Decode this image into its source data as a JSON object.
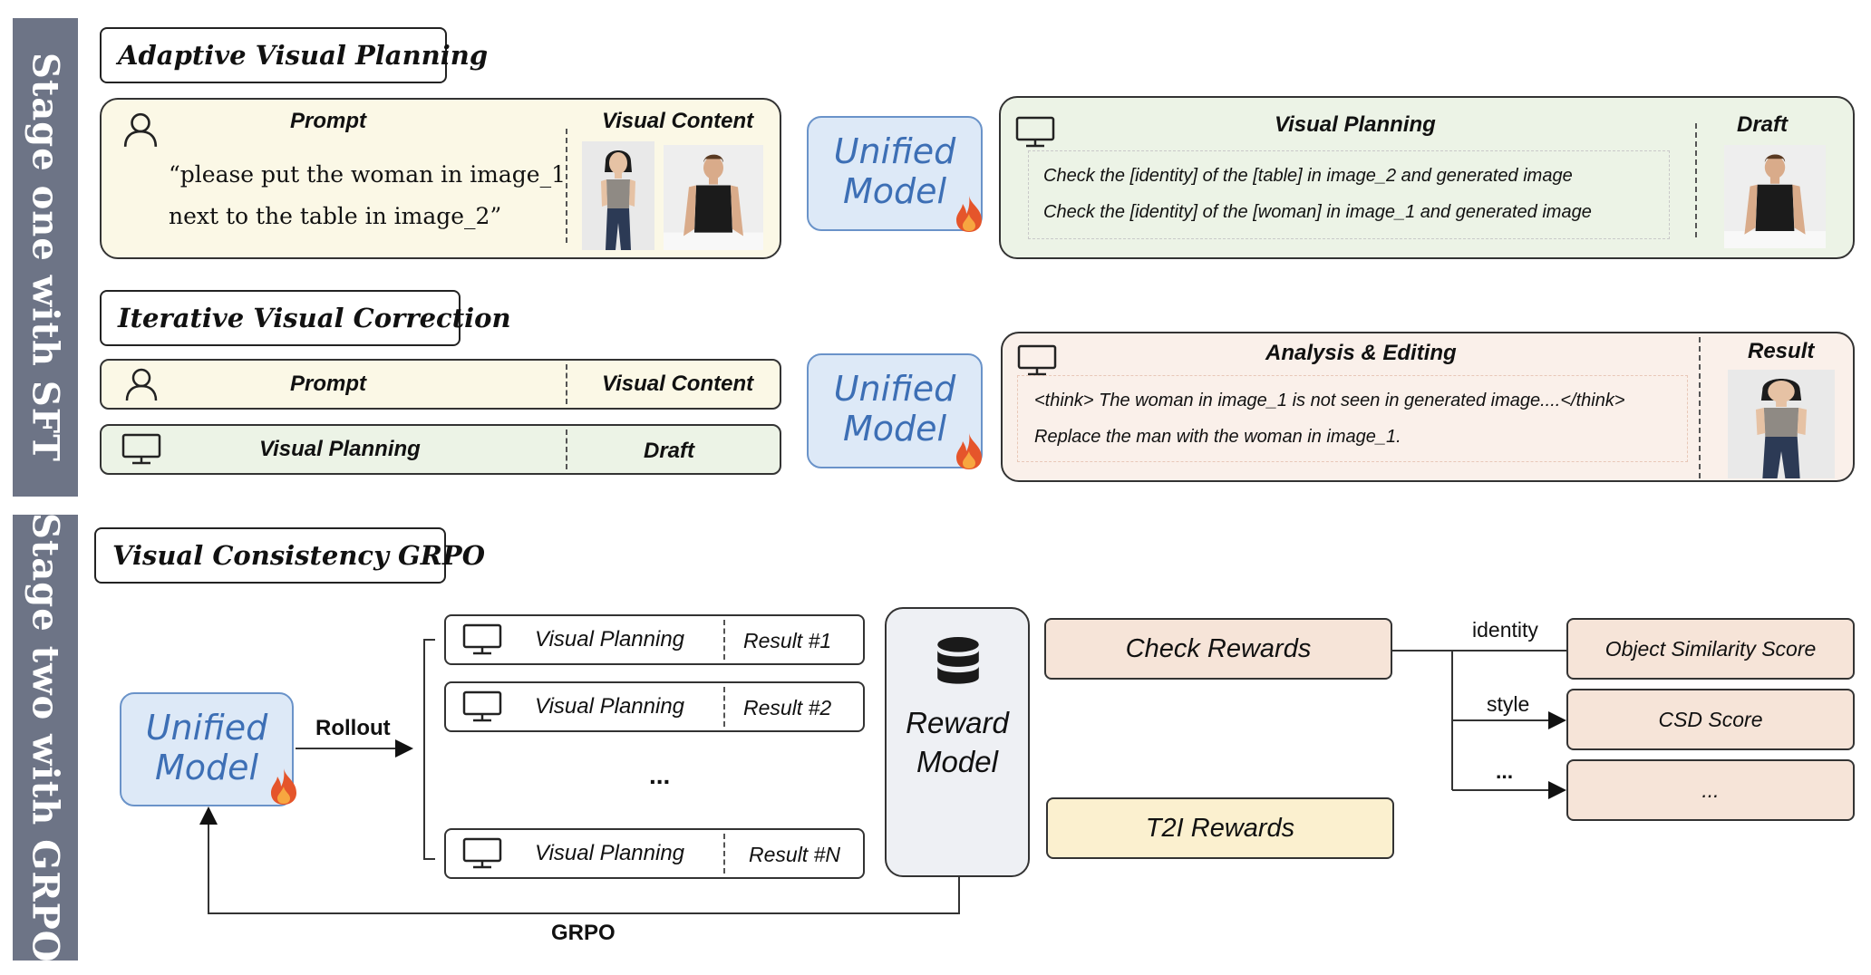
{
  "stages": {
    "one": "Stage one with SFT",
    "two": "Stage two with GRPO"
  },
  "sections": {
    "adaptive": "Adaptive Visual Planning",
    "iterative": "Iterative Visual Correction",
    "grpo": "Visual Consistency GRPO"
  },
  "adaptive": {
    "prompt_label": "Prompt",
    "visual_content_label": "Visual Content",
    "prompt_line1": "“please put the woman in image_1",
    "prompt_line2": "next to the table in image_2”",
    "visual_planning_label": "Visual Planning",
    "draft_label": "Draft",
    "check_line1": "Check the [identity] of the [table] in image_2 and generated image",
    "check_line2": "Check the [identity] of the [woman] in image_1 and generated image"
  },
  "iterative": {
    "prompt_label": "Prompt",
    "visual_content_label": "Visual Content",
    "visual_planning_label": "Visual Planning",
    "draft_label": "Draft",
    "analysis_label": "Analysis & Editing",
    "result_label": "Result",
    "think_line": "<think> The woman in image_1 is not seen in generated image....</think>",
    "replace_line": "Replace the man with the woman in image_1."
  },
  "model": {
    "line1": "Unified",
    "line2": "Model"
  },
  "grpo": {
    "rollout_label": "Rollout",
    "grpo_label": "GRPO",
    "planning_label": "Visual Planning",
    "results": [
      "Result #1",
      "Result #2",
      "Result #N"
    ],
    "ellipsis": "...",
    "reward_model_line1": "Reward",
    "reward_model_line2": "Model",
    "check_rewards": "Check Rewards",
    "t2i_rewards": "T2I Rewards",
    "branches": [
      "identity",
      "style",
      "..."
    ],
    "scores": [
      "Object Similarity Score",
      "CSD Score",
      "..."
    ]
  },
  "colors": {
    "stage_bar": "#6d7486",
    "model_fill": "#dde9f7",
    "model_border": "#6a93c9",
    "check_rewards_fill": "#f6e4d8",
    "t2i_rewards_fill": "#fbf0cf",
    "reward_model_fill": "#eef0f4"
  }
}
